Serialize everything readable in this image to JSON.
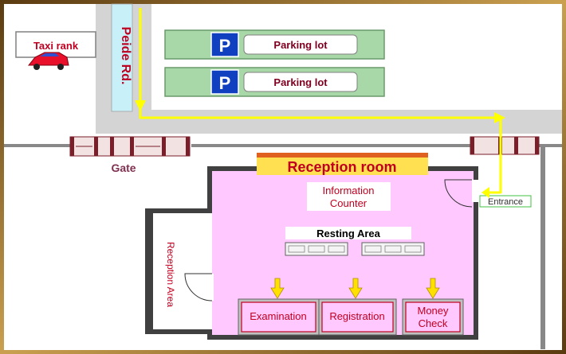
{
  "labels": {
    "taxi_rank": "Taxi rank",
    "road": "Peide Rd.",
    "parking_lot_1": "Parking lot",
    "parking_lot_2": "Parking lot",
    "parking_symbol": "P",
    "gate": "Gate",
    "reception_room": "Reception room",
    "information_line1": "Information",
    "information_line2": "Counter",
    "resting_area": "Resting Area",
    "reception_area": "Reception Area",
    "entrance": "Entrance",
    "examination": "Examination",
    "registration": "Registration",
    "money_line1": "Money",
    "money_line2": "Check"
  },
  "colors": {
    "frame": "#7a5a24",
    "parking_fill": "#a8d8a8",
    "parking_sign": "#1040c0",
    "road_fill": "#c8f0f8",
    "path_arrow": "#ffff00",
    "room_fill": "#ffc8ff",
    "room_label_fill": "#ffe050",
    "label_red": "#c00020",
    "gate_brown": "#7a1e2a",
    "down_arrow": "#ffe000"
  }
}
